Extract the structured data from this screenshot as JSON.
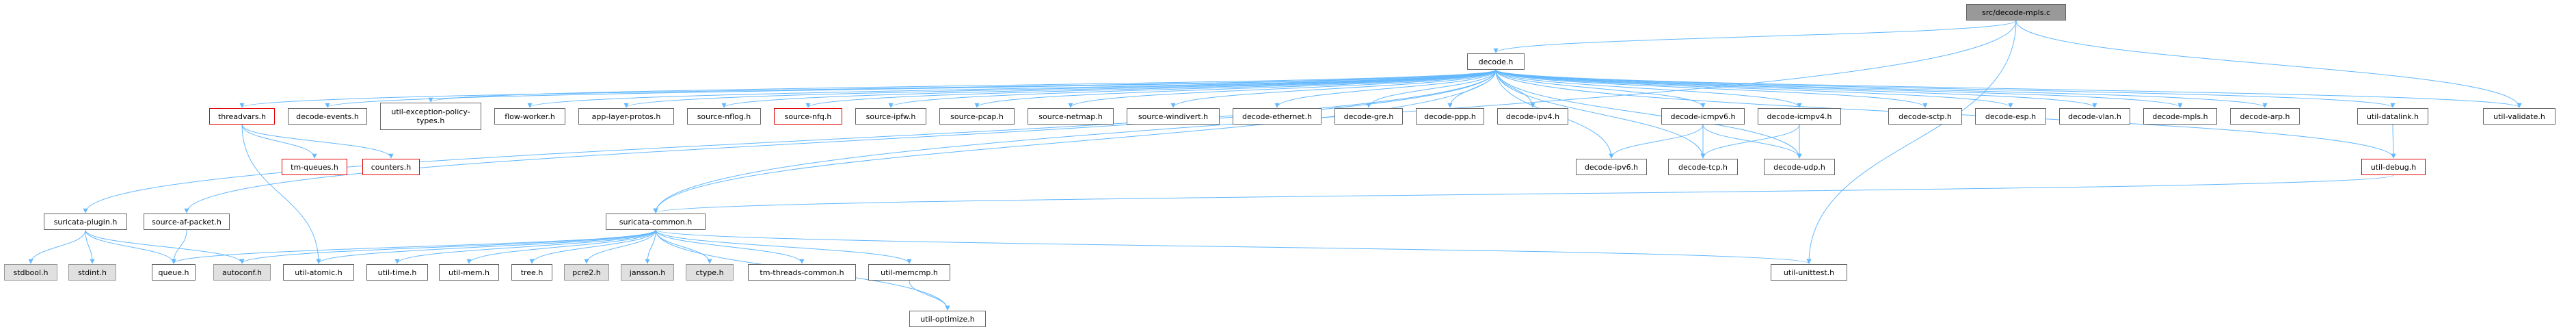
{
  "graph": {
    "edge_color": "#63b8ff",
    "nodes": [
      {
        "key": "root",
        "label": "src/decode-mpls.c",
        "kind": "root"
      },
      {
        "key": "decode",
        "label": "decode.h"
      },
      {
        "key": "threadvars",
        "label": "threadvars.h",
        "kind": "red"
      },
      {
        "key": "decode_events",
        "label": "decode-events.h"
      },
      {
        "key": "util_exception",
        "label": "util-exception-policy-types.h"
      },
      {
        "key": "flow_worker",
        "label": "flow-worker.h"
      },
      {
        "key": "app_layer_protos",
        "label": "app-layer-protos.h"
      },
      {
        "key": "source_nflog",
        "label": "source-nflog.h"
      },
      {
        "key": "source_nfq",
        "label": "source-nfq.h",
        "kind": "red"
      },
      {
        "key": "source_ipfw",
        "label": "source-ipfw.h"
      },
      {
        "key": "source_pcap",
        "label": "source-pcap.h"
      },
      {
        "key": "source_netmap",
        "label": "source-netmap.h"
      },
      {
        "key": "source_windivert",
        "label": "source-windivert.h"
      },
      {
        "key": "decode_ethernet",
        "label": "decode-ethernet.h"
      },
      {
        "key": "decode_gre",
        "label": "decode-gre.h"
      },
      {
        "key": "decode_ppp",
        "label": "decode-ppp.h"
      },
      {
        "key": "decode_ipv4",
        "label": "decode-ipv4.h"
      },
      {
        "key": "decode_icmpv6",
        "label": "decode-icmpv6.h"
      },
      {
        "key": "decode_icmpv4",
        "label": "decode-icmpv4.h"
      },
      {
        "key": "decode_sctp",
        "label": "decode-sctp.h"
      },
      {
        "key": "decode_esp",
        "label": "decode-esp.h"
      },
      {
        "key": "decode_vlan",
        "label": "decode-vlan.h"
      },
      {
        "key": "decode_mpls",
        "label": "decode-mpls.h"
      },
      {
        "key": "decode_arp",
        "label": "decode-arp.h"
      },
      {
        "key": "util_datalink",
        "label": "util-datalink.h"
      },
      {
        "key": "util_validate",
        "label": "util-validate.h"
      },
      {
        "key": "tm_queues",
        "label": "tm-queues.h",
        "kind": "red"
      },
      {
        "key": "counters",
        "label": "counters.h",
        "kind": "red"
      },
      {
        "key": "decode_ipv6",
        "label": "decode-ipv6.h"
      },
      {
        "key": "decode_tcp",
        "label": "decode-tcp.h"
      },
      {
        "key": "decode_udp",
        "label": "decode-udp.h"
      },
      {
        "key": "util_debug",
        "label": "util-debug.h",
        "kind": "red"
      },
      {
        "key": "suricata_plugin",
        "label": "suricata-plugin.h"
      },
      {
        "key": "source_af_packet",
        "label": "source-af-packet.h"
      },
      {
        "key": "suricata_common",
        "label": "suricata-common.h"
      },
      {
        "key": "stdbool",
        "label": "stdbool.h",
        "kind": "gray"
      },
      {
        "key": "stdint",
        "label": "stdint.h",
        "kind": "gray"
      },
      {
        "key": "queue",
        "label": "queue.h"
      },
      {
        "key": "autoconf",
        "label": "autoconf.h",
        "kind": "gray"
      },
      {
        "key": "util_atomic",
        "label": "util-atomic.h"
      },
      {
        "key": "util_time",
        "label": "util-time.h"
      },
      {
        "key": "util_mem",
        "label": "util-mem.h"
      },
      {
        "key": "tree",
        "label": "tree.h"
      },
      {
        "key": "pcre2",
        "label": "pcre2.h",
        "kind": "gray"
      },
      {
        "key": "jansson",
        "label": "jansson.h",
        "kind": "gray"
      },
      {
        "key": "ctype",
        "label": "ctype.h",
        "kind": "gray"
      },
      {
        "key": "tm_threads_common",
        "label": "tm-threads-common.h"
      },
      {
        "key": "util_memcmp",
        "label": "util-memcmp.h"
      },
      {
        "key": "util_unittest",
        "label": "util-unittest.h"
      },
      {
        "key": "util_optimize",
        "label": "util-optimize.h"
      }
    ],
    "edges": [
      [
        "root",
        "decode"
      ],
      [
        "root",
        "util_validate"
      ],
      [
        "root",
        "util_unittest"
      ],
      [
        "root",
        "suricata_common"
      ],
      [
        "decode",
        "threadvars"
      ],
      [
        "decode",
        "decode_events"
      ],
      [
        "decode",
        "util_exception"
      ],
      [
        "decode",
        "flow_worker"
      ],
      [
        "decode",
        "app_layer_protos"
      ],
      [
        "decode",
        "source_nflog"
      ],
      [
        "decode",
        "source_nfq"
      ],
      [
        "decode",
        "source_ipfw"
      ],
      [
        "decode",
        "source_pcap"
      ],
      [
        "decode",
        "source_netmap"
      ],
      [
        "decode",
        "source_windivert"
      ],
      [
        "decode",
        "decode_ethernet"
      ],
      [
        "decode",
        "decode_gre"
      ],
      [
        "decode",
        "decode_ppp"
      ],
      [
        "decode",
        "decode_ipv4"
      ],
      [
        "decode",
        "decode_icmpv6"
      ],
      [
        "decode",
        "decode_icmpv4"
      ],
      [
        "decode",
        "decode_sctp"
      ],
      [
        "decode",
        "decode_esp"
      ],
      [
        "decode",
        "decode_vlan"
      ],
      [
        "decode",
        "decode_mpls"
      ],
      [
        "decode",
        "decode_arp"
      ],
      [
        "decode",
        "util_datalink"
      ],
      [
        "decode",
        "util_validate"
      ],
      [
        "decode",
        "decode_ipv6"
      ],
      [
        "decode",
        "decode_tcp"
      ],
      [
        "decode",
        "decode_udp"
      ],
      [
        "decode",
        "util_debug"
      ],
      [
        "decode",
        "suricata_plugin"
      ],
      [
        "decode",
        "source_af_packet"
      ],
      [
        "decode",
        "suricata_common"
      ],
      [
        "threadvars",
        "tm_queues"
      ],
      [
        "threadvars",
        "counters"
      ],
      [
        "threadvars",
        "util_atomic"
      ],
      [
        "decode_icmpv6",
        "decode_ipv6"
      ],
      [
        "decode_icmpv6",
        "decode_tcp"
      ],
      [
        "decode_icmpv6",
        "decode_udp"
      ],
      [
        "decode_icmpv4",
        "decode_tcp"
      ],
      [
        "decode_icmpv4",
        "decode_udp"
      ],
      [
        "util_datalink",
        "util_debug"
      ],
      [
        "util_debug",
        "suricata_common"
      ],
      [
        "suricata_plugin",
        "stdbool"
      ],
      [
        "suricata_plugin",
        "stdint"
      ],
      [
        "suricata_plugin",
        "queue"
      ],
      [
        "suricata_plugin",
        "autoconf"
      ],
      [
        "source_af_packet",
        "queue"
      ],
      [
        "suricata_common",
        "autoconf"
      ],
      [
        "suricata_common",
        "queue"
      ],
      [
        "suricata_common",
        "util_atomic"
      ],
      [
        "suricata_common",
        "util_time"
      ],
      [
        "suricata_common",
        "util_mem"
      ],
      [
        "suricata_common",
        "tree"
      ],
      [
        "suricata_common",
        "pcre2"
      ],
      [
        "suricata_common",
        "jansson"
      ],
      [
        "suricata_common",
        "ctype"
      ],
      [
        "suricata_common",
        "tm_threads_common"
      ],
      [
        "suricata_common",
        "util_memcmp"
      ],
      [
        "suricata_common",
        "util_unittest"
      ],
      [
        "suricata_common",
        "util_optimize"
      ],
      [
        "util_memcmp",
        "util_optimize"
      ]
    ]
  }
}
